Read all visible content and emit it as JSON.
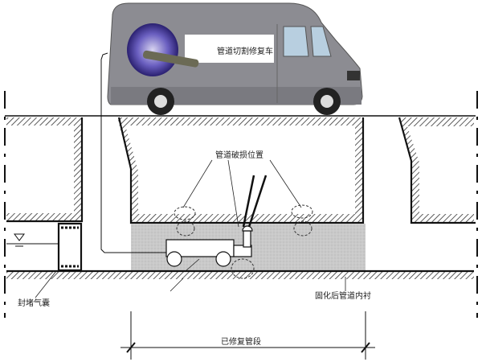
{
  "labels": {
    "van": "管道切割修复车",
    "damage": "管道破损位置",
    "plug_bladder": "封堵气囊",
    "cured_liner": "固化后管道内衬",
    "repaired_section": "已修复管段"
  },
  "colors": {
    "van_body": "#8a8a90",
    "liner": "#c8c8c8",
    "reel": "#4a3f9a",
    "line": "#111111"
  }
}
